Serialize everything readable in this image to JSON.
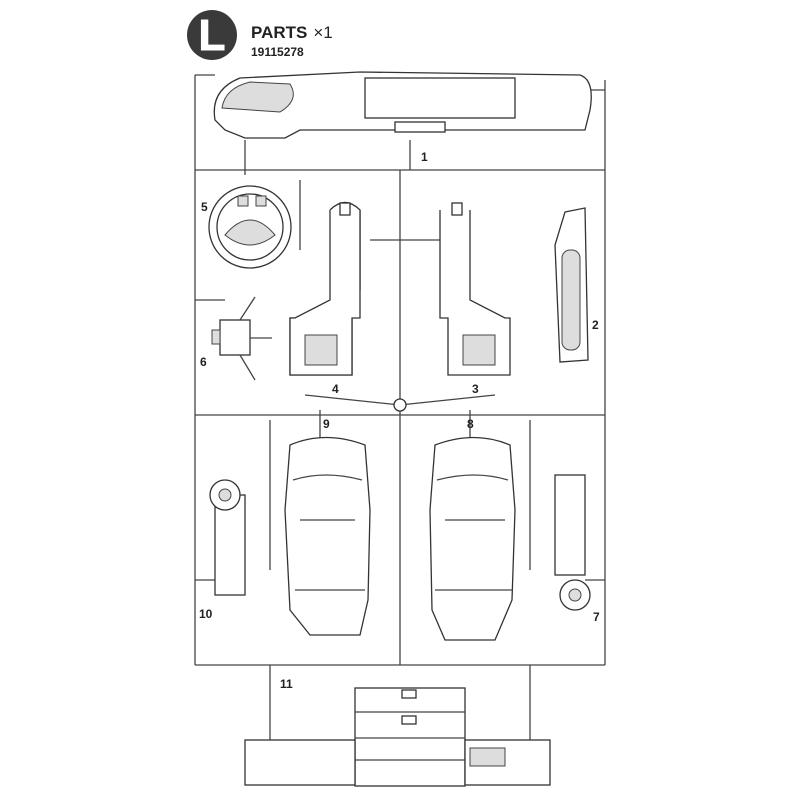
{
  "header": {
    "sprue_letter": "L",
    "title": "PARTS",
    "quantity": "×1",
    "part_code": "19115278"
  },
  "part_numbers": [
    "1",
    "2",
    "3",
    "4",
    "5",
    "6",
    "7",
    "8",
    "9",
    "10",
    "11"
  ]
}
